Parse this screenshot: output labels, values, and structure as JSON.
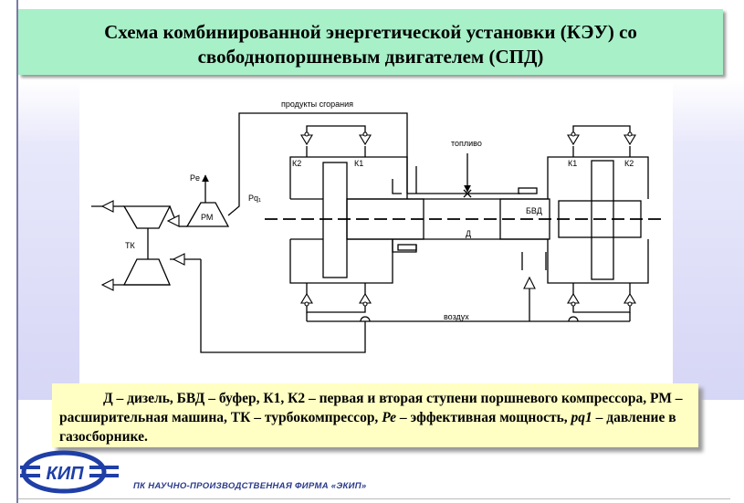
{
  "title": {
    "line1": "Схема комбинированной энергетической установки (КЭУ) со",
    "line2": "свободнопоршневым двигателем (СПД)"
  },
  "diagram": {
    "combustion_products": "продукты сгорания",
    "fuel": "топливо",
    "air": "воздух",
    "buffer": "БВД",
    "diesel": "Д",
    "rm": "РМ",
    "tk": "ТК",
    "pe": "Pe",
    "pq": "Pq₁",
    "k1_left": "К1",
    "k2_left": "К2",
    "k1_right": "К1",
    "k2_right": "К2"
  },
  "caption": {
    "part1": "Д – дизель, БВД – буфер, К1, К2 – первая и вторая ступени поршневого компрессора, РМ – расширительная машина, ТК – турбокомпрессор, ",
    "pe_symbol": "Ре",
    "part2": " – эффективная мощность, ",
    "pq_symbol": "рq1",
    "part3": " – давление в газосборнике."
  },
  "logo_text": "КИП",
  "footer": "ПК НАУЧНО-ПРОИЗВОДСТВЕННАЯ ФИРМА «ЭКИП»",
  "colors": {
    "header_bg": "#a8f0c8",
    "caption_bg": "#ffffc4",
    "logo_blue": "#1f3fa6",
    "footer_text": "#2a3a8a"
  }
}
